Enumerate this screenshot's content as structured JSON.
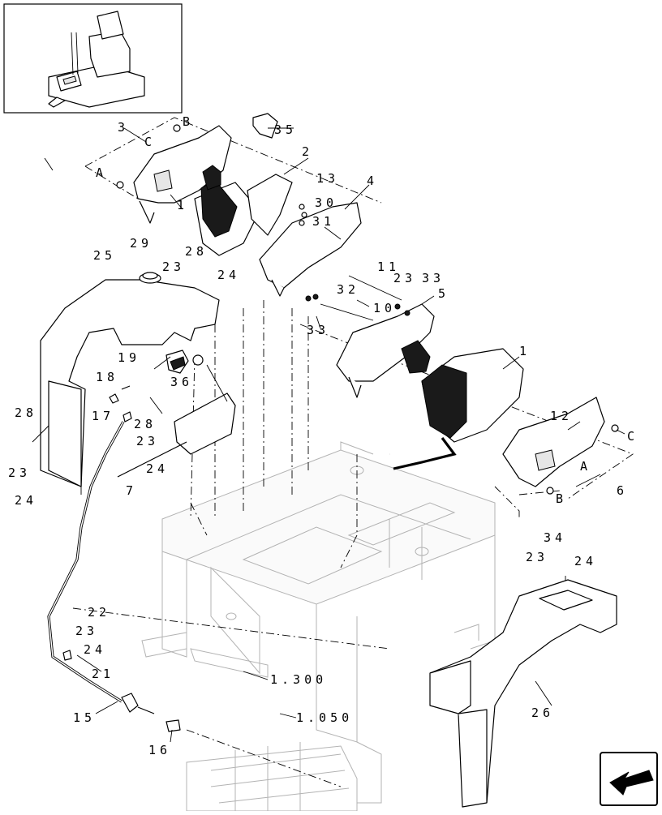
{
  "callouts": {
    "p35": "35",
    "p3": "3",
    "pB_top": "B",
    "pC_top": "C",
    "pA_top": "A",
    "p1_top": "1",
    "p2": "2",
    "p13": "13",
    "p30": "30",
    "p31": "31",
    "p4": "4",
    "p25": "25",
    "p29": "29",
    "p28_top": "28",
    "p23_top": "23",
    "p24_top": "24",
    "p11": "11",
    "p32": "32",
    "p23_mid": "23",
    "p33_right": "33",
    "p5": "5",
    "p10": "10",
    "p33_mid": "33",
    "p19": "19",
    "p36": "36",
    "p18": "18",
    "p17": "17",
    "p28_mid": "28",
    "p23_mid2": "23",
    "p24_mid": "24",
    "p7": "7",
    "p28_left": "28",
    "p23_left": "23",
    "p24_left": "24",
    "p1_right": "1",
    "p12": "12",
    "pC_right": "C",
    "pA_right": "A",
    "p6": "6",
    "pB_right": "B",
    "p34": "34",
    "p23_right": "23",
    "p24_right": "24",
    "p22": "22",
    "p23_low": "23",
    "p24_low": "24",
    "p21": "21",
    "p1300": "1.300",
    "p15": "15",
    "p16": "16",
    "p1050": "1.050",
    "p26": "26"
  },
  "icons": {
    "inset": "operator-seat-thumbnail",
    "navigation": "arrow-nav-icon"
  }
}
